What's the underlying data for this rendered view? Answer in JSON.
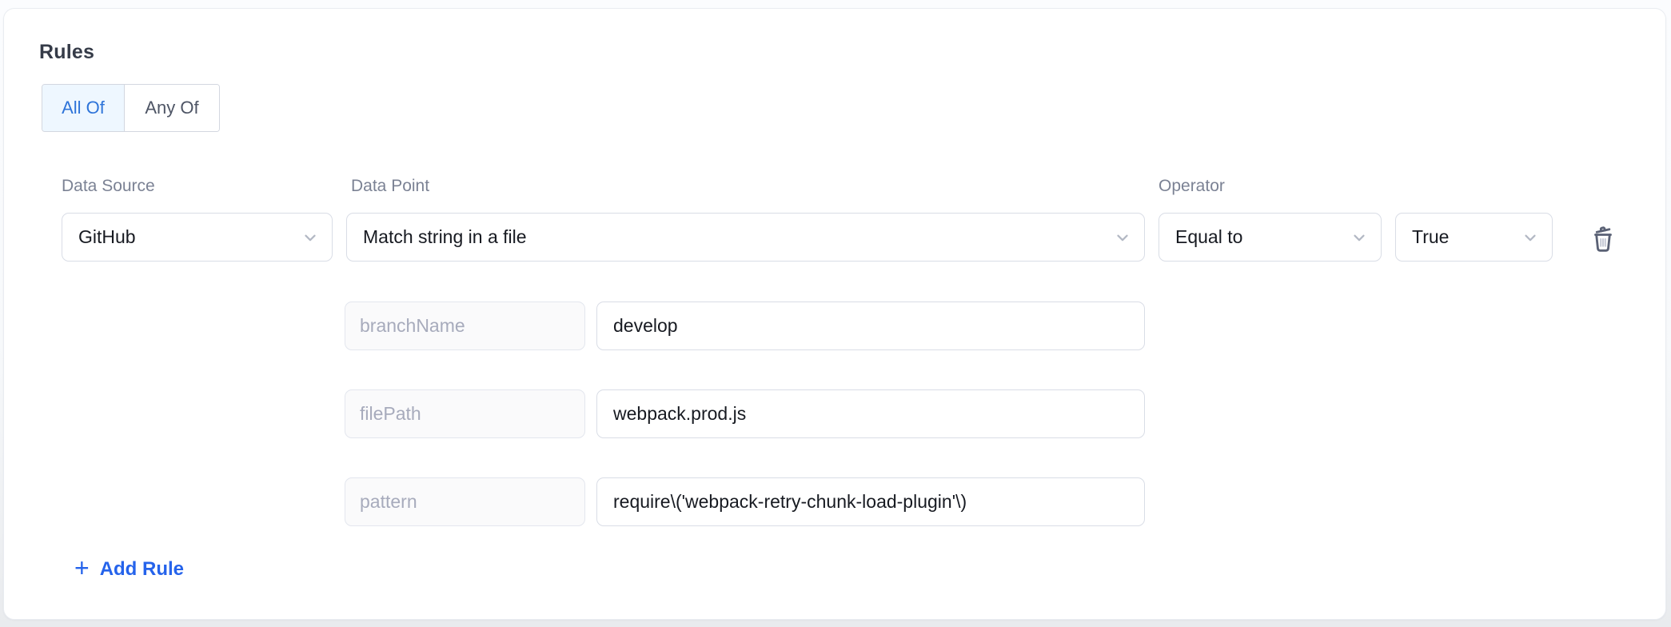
{
  "panel": {
    "title": "Rules",
    "toggle": {
      "all_of": "All Of",
      "any_of": "Any Of",
      "selected": "All Of"
    },
    "labels": {
      "data_source": "Data Source",
      "data_point": "Data Point",
      "operator": "Operator"
    },
    "rule": {
      "data_source_value": "GitHub",
      "data_point_value": "Match string in a file",
      "operator_value": "Equal to",
      "compare_value": "True",
      "params": [
        {
          "key": "branchName",
          "value": "develop"
        },
        {
          "key": "filePath",
          "value": "webpack.prod.js"
        },
        {
          "key": "pattern",
          "value": "require\\('webpack-retry-chunk-load-plugin'\\)"
        }
      ]
    },
    "add_rule": {
      "plus": "+",
      "label": "Add Rule"
    }
  },
  "icons": {
    "chevron_down": "chevron-down",
    "trash": "trash"
  },
  "colors": {
    "accent_blue": "#2563eb",
    "toggle_active_bg": "#eef7ff",
    "toggle_active_text": "#2e74d9",
    "input_border": "#d9dde6",
    "label_gray": "#7b8294"
  }
}
